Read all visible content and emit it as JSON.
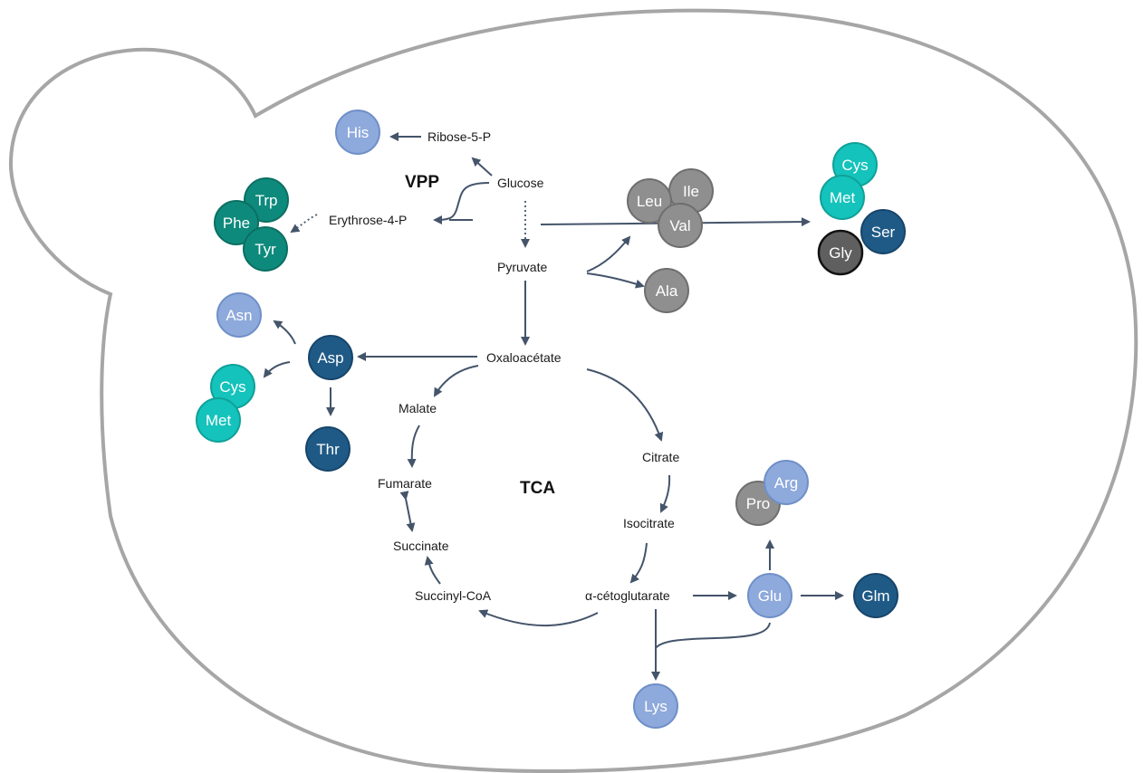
{
  "colors": {
    "periwinkle": "#8ea9db",
    "teal": "#0e8a7c",
    "cyan": "#14c3bb",
    "navy": "#1f5a86",
    "grey": "#8f8f8f",
    "dark-grey": "#5f5f5f",
    "arrow": "#44546a",
    "cell-outline": "#a6a6a6"
  },
  "sections": {
    "vpp": "VPP",
    "tca": "TCA"
  },
  "metabolites": {
    "ribose5p": "Ribose-5-P",
    "glucose": "Glucose",
    "erythrose4p": "Erythrose-4-P",
    "pyruvate": "Pyruvate",
    "oxaloacetate": "Oxaloacétate",
    "malate": "Malate",
    "fumarate": "Fumarate",
    "succinate": "Succinate",
    "succinylcoa": "Succinyl-CoA",
    "citrate": "Citrate",
    "isocitrate": "Isocitrate",
    "alphakg": "α-cétoglutarate"
  },
  "amino_acids": {
    "his": "His",
    "trp": "Trp",
    "phe": "Phe",
    "tyr": "Tyr",
    "leu": "Leu",
    "ile": "Ile",
    "val": "Val",
    "ala": "Ala",
    "cys1": "Cys",
    "met1": "Met",
    "ser": "Ser",
    "gly": "Gly",
    "asn": "Asn",
    "asp": "Asp",
    "cys2": "Cys",
    "met2": "Met",
    "thr": "Thr",
    "pro": "Pro",
    "arg": "Arg",
    "glu": "Glu",
    "glm": "Glm",
    "lys": "Lys"
  }
}
